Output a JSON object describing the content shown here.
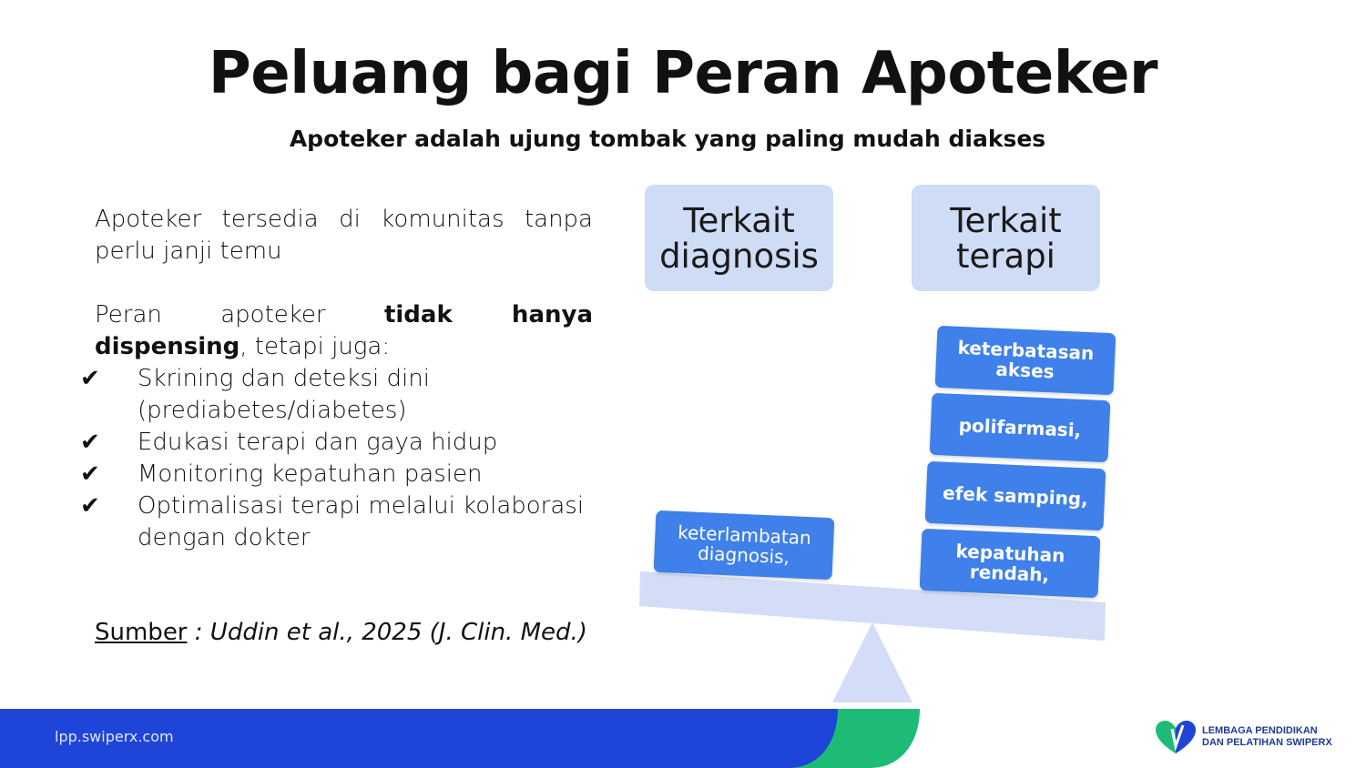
{
  "title": "Peluang bagi Peran Apoteker",
  "subtitle": "Apoteker adalah ujung tombak yang paling mudah diakses",
  "left": {
    "paragraph1": "Apoteker tersedia di komunitas tanpa perlu janji temu",
    "paragraph2_prefix": "Peran apoteker ",
    "paragraph2_bold": "tidak hanya dispensing",
    "paragraph2_suffix": ", tetapi juga:",
    "check_symbol": "✔",
    "items": [
      "Skrining dan deteksi dini (prediabetes/diabetes)",
      "Edukasi terapi dan gaya hidup",
      "Monitoring kepatuhan pasien",
      "Optimalisasi terapi melalui kolaborasi dengan dokter"
    ]
  },
  "source": {
    "label": "Sumber",
    "ref": " : Uddin et al., 2025 (J. Clin. Med.)"
  },
  "scale": {
    "left_category": "Terkait\ndiagnosis",
    "right_category": "Terkait\nterapi",
    "left_blocks": [
      "keterlambatan\ndiagnosis,"
    ],
    "right_blocks": [
      "keterbatasan\nakses",
      "polifarmasi,",
      "efek samping,",
      "kepatuhan\nrendah,"
    ]
  },
  "footer": {
    "url": "lpp.swiperx.com",
    "logo_text": "LEMBAGA PENDIDIKAN\nDAN PELATIHAN SWIPERX"
  },
  "colors": {
    "footer_blue": "#1f45d8",
    "footer_green": "#1dbb76",
    "block_blue": "#3f80ea",
    "category_bg": "#cfdcf6",
    "scale_light": "#d3ddf7"
  }
}
